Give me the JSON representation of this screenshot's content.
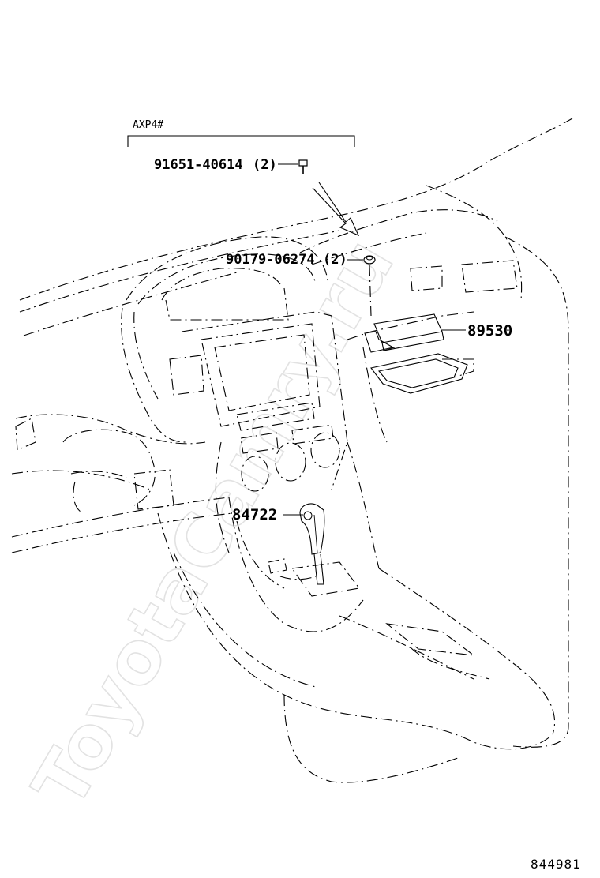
{
  "watermark": "ToyotaCamry.ru",
  "variant_label": "AXP4#",
  "parts": [
    {
      "id": "screw",
      "number": "91651-40614",
      "qty": "(2)"
    },
    {
      "id": "nut",
      "number": "90179-06274",
      "qty": "(2)"
    },
    {
      "id": "ecu",
      "number": "89530"
    },
    {
      "id": "shift-switch",
      "number": "84722"
    }
  ],
  "illustration_number": "844981"
}
